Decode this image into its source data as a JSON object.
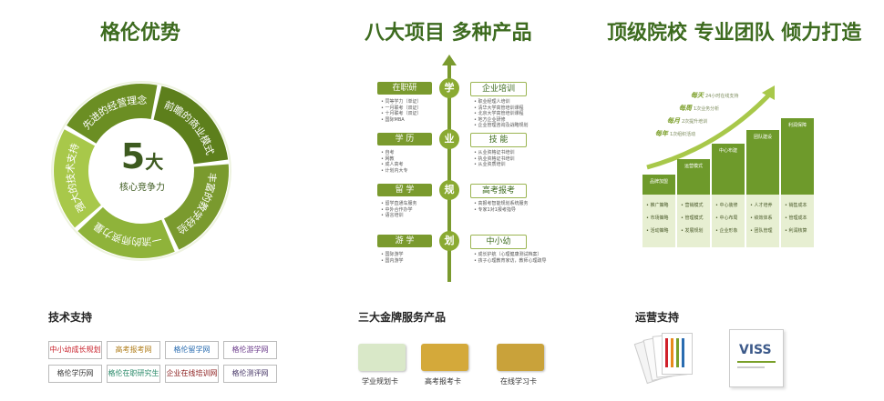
{
  "left": {
    "title": "格伦优势",
    "center_big": "5",
    "center_big_suffix": "大",
    "center_sub": "核心竞争力",
    "segments": [
      "先进的经营理念",
      "前瞻的商业模式",
      "丰富的教学经验",
      "一流的师资力量",
      "强大的技术支持"
    ],
    "tech_title": "技术支持",
    "links": [
      {
        "label": "中小幼成长规划",
        "color": "#c8202a"
      },
      {
        "label": "高考报考网",
        "color": "#b07d1a"
      },
      {
        "label": "格伦留学网",
        "color": "#2a6cb0"
      },
      {
        "label": "格伦游学网",
        "color": "#6a3a8a"
      },
      {
        "label": "格伦学历网",
        "color": "#3a3a3a"
      },
      {
        "label": "格伦在职研究生",
        "color": "#2a8a6a"
      },
      {
        "label": "企业在线培训网",
        "color": "#8a1a1a"
      },
      {
        "label": "格伦测评网",
        "color": "#4a3a6a"
      }
    ]
  },
  "middle": {
    "title": "八大项目 多种产品",
    "spine": [
      "学",
      "业",
      "规",
      "划"
    ],
    "left_items": [
      {
        "label": "在职研",
        "lines": [
          "• 同等学力（单证）",
          "• 一月联考（双证）",
          "• 十月联考（双证）",
          "• 国际MBA"
        ]
      },
      {
        "label": "学 历",
        "lines": [
          "• 自考",
          "• 网教",
          "• 成人高考",
          "• 计划内大专"
        ]
      },
      {
        "label": "留 学",
        "lines": [
          "• 留学直通车服务",
          "• 中外合作办学",
          "• 语言培训"
        ]
      },
      {
        "label": "游 学",
        "lines": [
          "• 国际游学",
          "• 国内游学"
        ]
      }
    ],
    "right_items": [
      {
        "label": "企业培训",
        "lines": [
          "• 职业经理人培训",
          "• 清华大学高管培训课程",
          "• 北京大学高管培训课程",
          "• 地方企业研修",
          "• 企业管理咨询及战略规划"
        ]
      },
      {
        "label": "技 能",
        "lines": [
          "• 从业资格证书培训",
          "• 执业资格证书培训",
          "• 从业资质培训"
        ]
      },
      {
        "label": "高考报考",
        "lines": [
          "• 高报考智能规划系统服务",
          "• 专家1对1报考指导"
        ]
      },
      {
        "label": "中小幼",
        "lines": [
          "• 成长护航（心理健康测试档案）",
          "• 孩子心理教育家访，教师心理疏导"
        ]
      }
    ],
    "products_title": "三大金牌服务产品",
    "cards": [
      {
        "caption": "学业规划卡",
        "color": "#d9e8c8"
      },
      {
        "caption": "高考报考卡",
        "color": "#d4a93a"
      },
      {
        "caption": "在线学习卡",
        "color": "#c9a23a"
      }
    ]
  },
  "right": {
    "title": "顶级院校 专业团队 倾力打造",
    "slogans": [
      {
        "head": "每天",
        "tail": "24小时在线支持"
      },
      {
        "head": "每周",
        "tail": "1次业务分析"
      },
      {
        "head": "每月",
        "tail": "2次提升培训"
      },
      {
        "head": "每年",
        "tail": "1次组织活动"
      }
    ],
    "steps": [
      {
        "head": "品牌加盟",
        "items": [
          "• 推广策略",
          "• 市场策略",
          "• 活动策略"
        ]
      },
      {
        "head": "运营模式",
        "items": [
          "• 营销模式",
          "• 管理模式",
          "• 发展规划"
        ]
      },
      {
        "head": "中心布建",
        "items": [
          "• 中心装修",
          "• 中心布局",
          "• 企业形象"
        ]
      },
      {
        "head": "团队建设",
        "items": [
          "• 人才培养",
          "• 绩效体系",
          "• 团队管理"
        ]
      },
      {
        "head": "利润保障",
        "items": [
          "• 销售成本",
          "• 管理成本",
          "• 利润核算"
        ]
      }
    ],
    "ops_title": "运营支持",
    "book_brand": "VISS"
  }
}
